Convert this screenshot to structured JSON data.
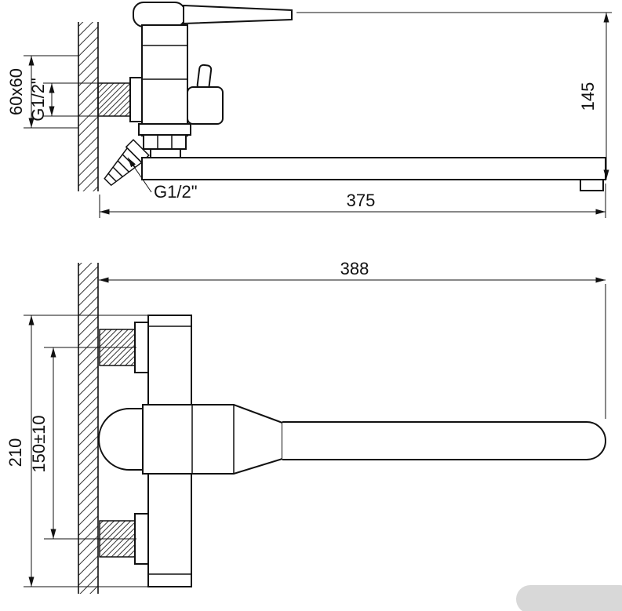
{
  "views": {
    "side": {
      "dim_wall_plate": "60x60",
      "dim_inlet_thread": "G1/2\"",
      "dim_shower_thread": "G1/2\"",
      "dim_spout_reach": "375",
      "dim_height": "145"
    },
    "front": {
      "dim_total_length": "388",
      "dim_body_height": "210",
      "dim_mount_spacing": "150±10"
    }
  }
}
